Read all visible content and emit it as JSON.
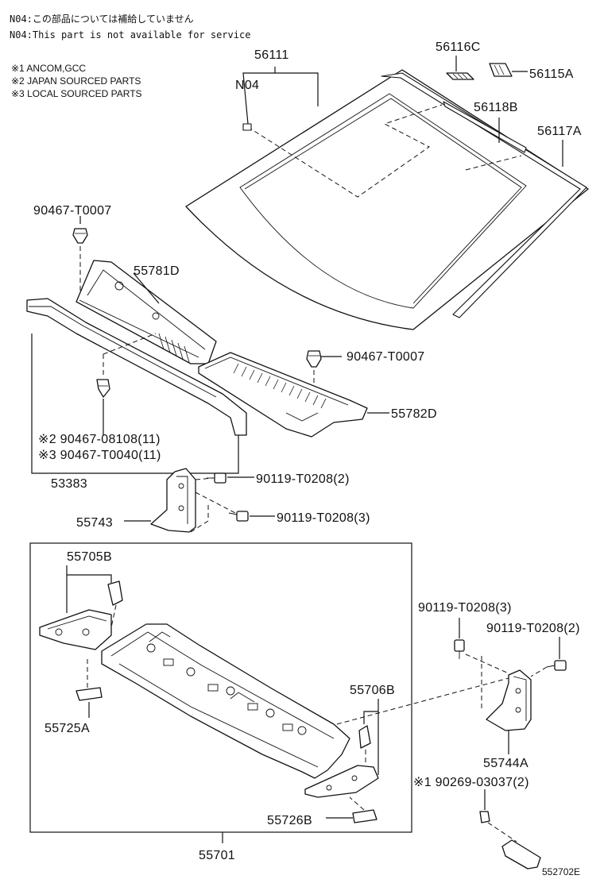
{
  "notes": {
    "n04_jp": "N04:この部品については補給していません",
    "n04_en": "N04:This part is not available for service"
  },
  "legend": [
    "※1 ANCOM,GCC",
    "※2 JAPAN SOURCED PARTS",
    "※3 LOCAL SOURCED PARTS"
  ],
  "labels": {
    "p56111": "56111",
    "n04": "N04",
    "p56116c": "56116C",
    "p56115a": "56115A",
    "p56118b": "56118B",
    "p56117a": "56117A",
    "p90467_t0007_a": "90467-T0007",
    "p55781d": "55781D",
    "p90467_t0007_b": "90467-T0007",
    "p55782d": "55782D",
    "p90467_08108": "※2 90467-08108(11)",
    "p90467_t0040": "※3 90467-T0040(11)",
    "p53383": "53383",
    "p90119_a": "90119-T0208(2)",
    "p90119_b": "90119-T0208(3)",
    "p55743": "55743",
    "p55705b": "55705B",
    "p55725a": "55725A",
    "p55706b": "55706B",
    "p55726b": "55726B",
    "p55701": "55701",
    "p90119_c": "90119-T0208(3)",
    "p90119_d": "90119-T0208(2)",
    "p55744a": "55744A",
    "p90269": "※1 90269-03037(2)",
    "diagram_id": "552702E"
  }
}
